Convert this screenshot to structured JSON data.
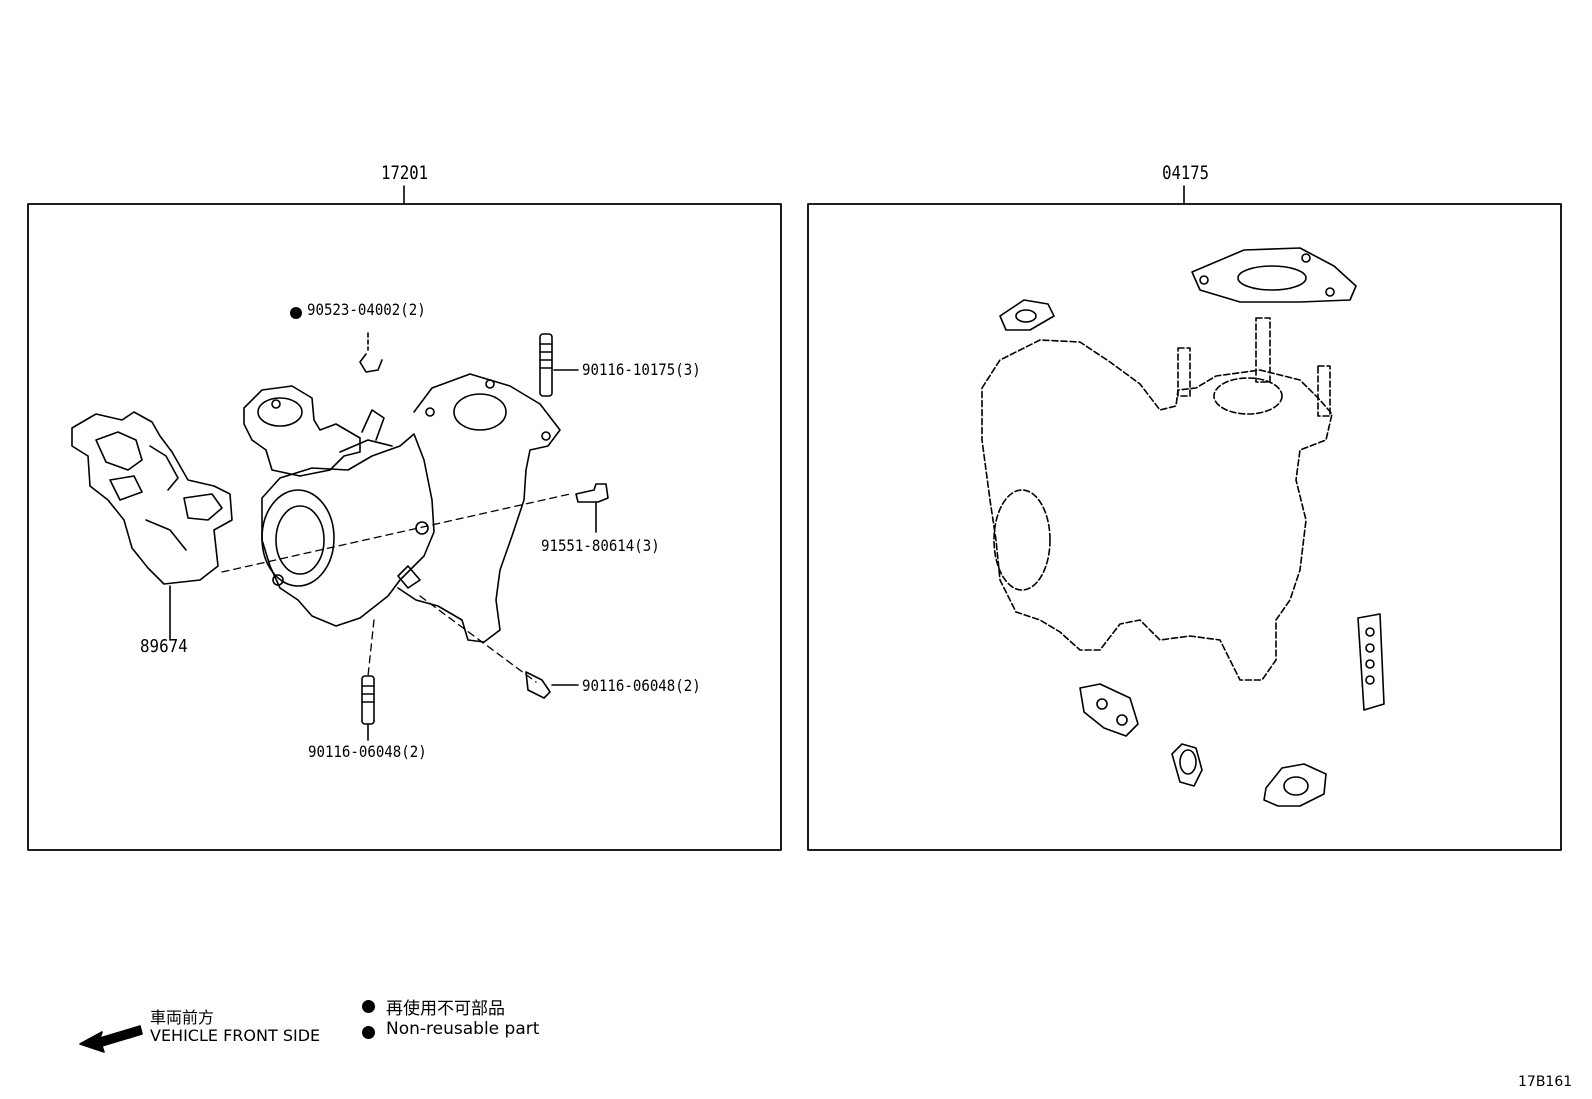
{
  "diagram": {
    "left_panel": {
      "group_code": "17201",
      "parts": {
        "p89674": "89674",
        "p90523": "90523-04002(2)",
        "p90116_10175": "90116-10175(3)",
        "p91551": "91551-80614(3)",
        "p90116_06048_right": "90116-06048(2)",
        "p90116_06048_bottom": "90116-06048(2)"
      }
    },
    "right_panel": {
      "group_code": "04175"
    },
    "legend": {
      "direction_jp": "車両前方",
      "direction_en": "VEHICLE FRONT SIDE",
      "nonreusable_jp": "再使用不可部品",
      "nonreusable_en": "Non-reusable part"
    },
    "figure_code": "17B161"
  }
}
